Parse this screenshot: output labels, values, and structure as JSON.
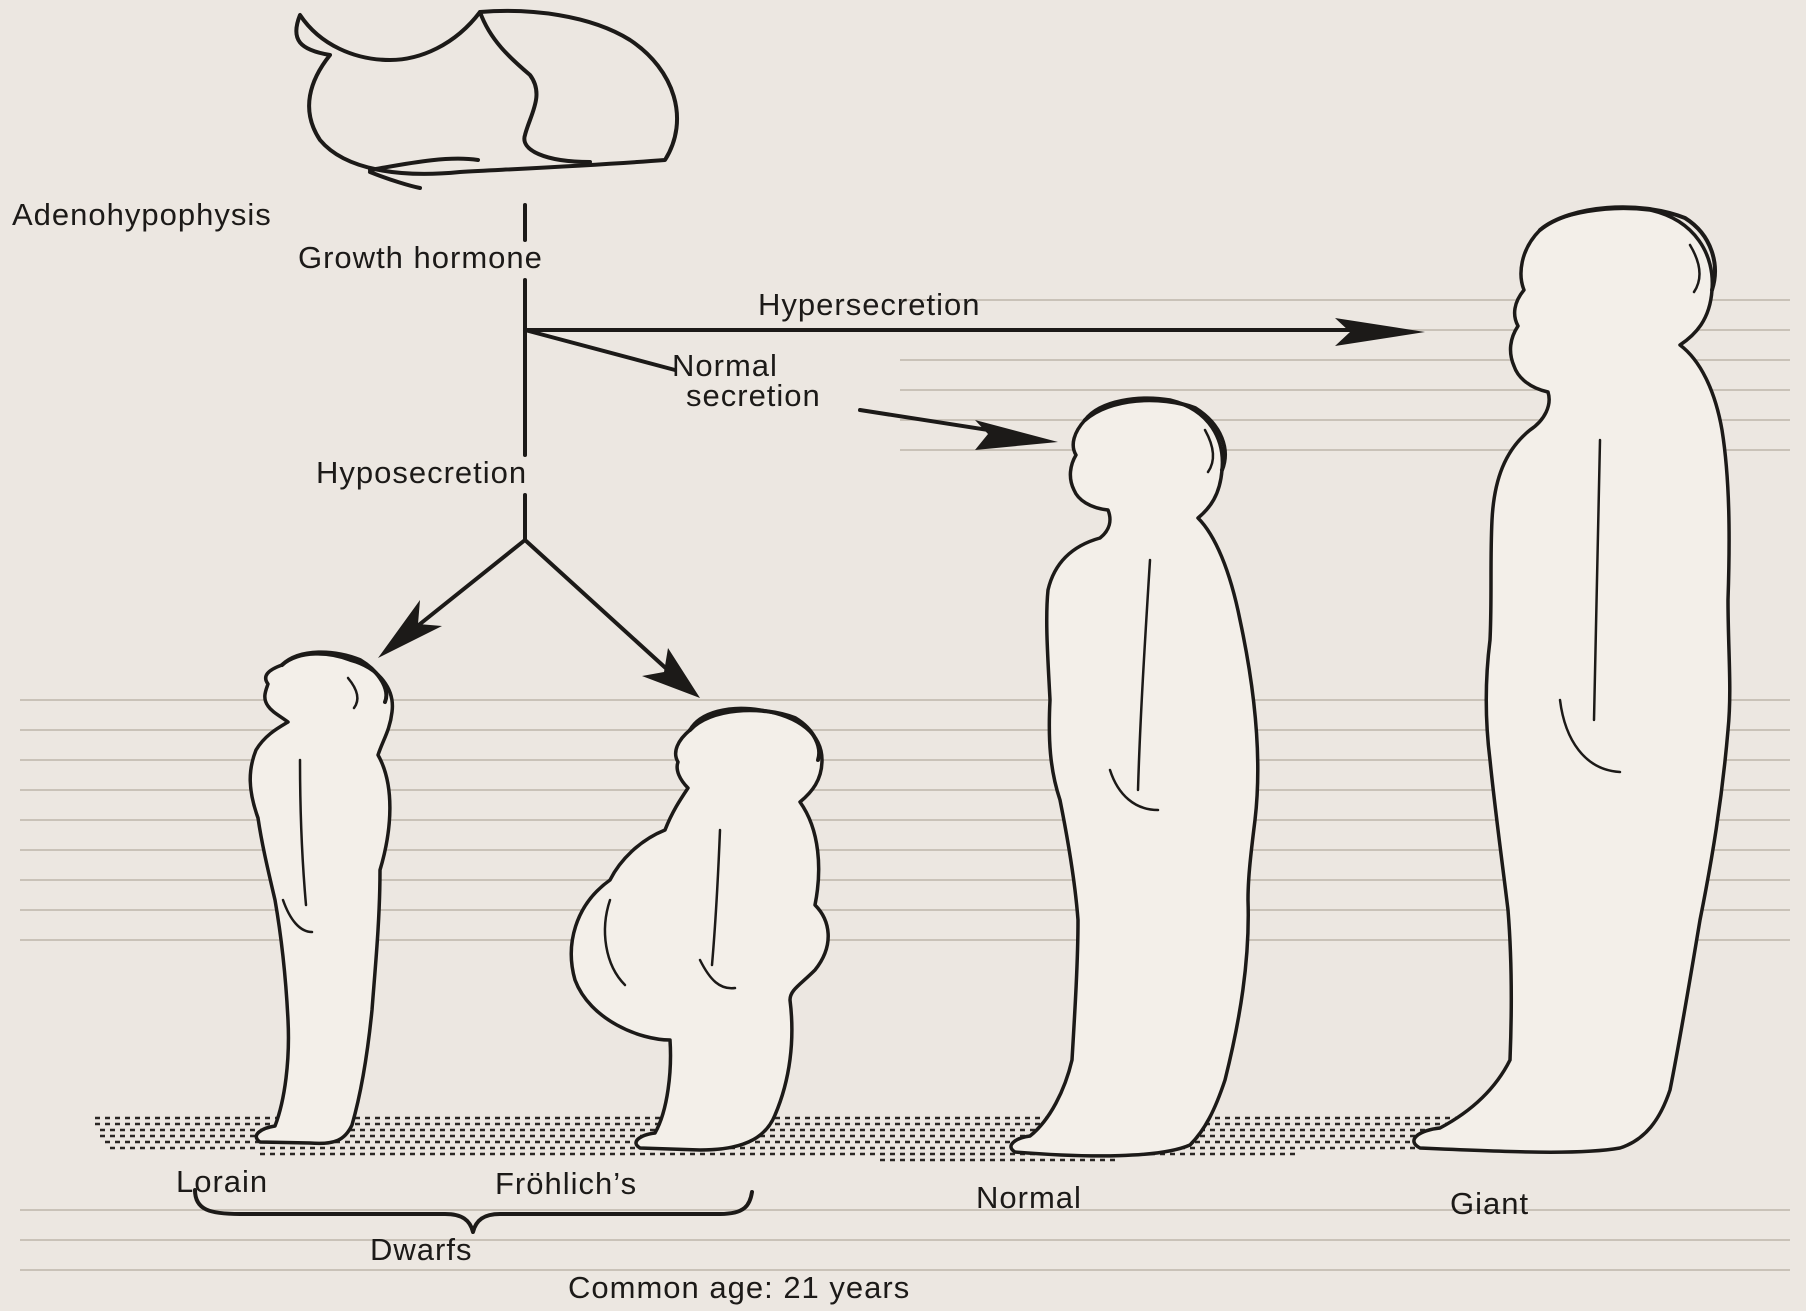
{
  "labels": {
    "gland": "Adenohypophysis",
    "hormone": "Growth hormone",
    "hyper": "Hypersecretion",
    "normal_line1": "Normal",
    "normal_line2": "secretion",
    "hypo": "Hyposecretion",
    "lorain": "Lorain",
    "frohlich": "Fröhlich’s",
    "normal_figure": "Normal",
    "giant": "Giant",
    "dwarfs": "Dwarfs",
    "footer": "Common age: 21 years"
  },
  "colors": {
    "ink": "#1c1a18",
    "paper": "#ece7e1"
  },
  "figures": [
    "lorain-dwarf",
    "frohlich-dwarf",
    "normal-man",
    "giant-man"
  ]
}
